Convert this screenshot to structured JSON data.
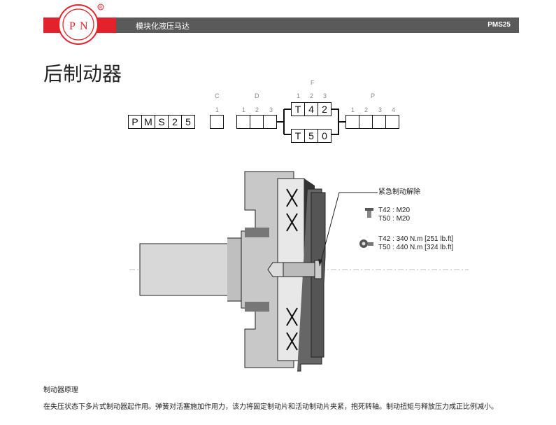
{
  "header": {
    "brand": "PN",
    "title": "模块化液压马达",
    "model": "PMS25",
    "brand_color": "#e3222b",
    "bar_color": "#5b5a5b"
  },
  "page_title": "后制动器",
  "code": {
    "base": [
      "P",
      "M",
      "S",
      "2",
      "5"
    ],
    "groups": {
      "C": "C",
      "D": "D",
      "F": "F",
      "P": "P"
    },
    "digits": [
      "1",
      "2",
      "3",
      "4"
    ],
    "F_options": [
      [
        "T",
        "4",
        "2"
      ],
      [
        "T",
        "5",
        "0"
      ]
    ]
  },
  "diagram": {
    "release_label": "紧急制动解除",
    "screw_lines": [
      "T42 : M20",
      "T50 : M20"
    ],
    "torque_lines": [
      "T42 : 340 N.m [251 lb.ft]",
      "T50 : 440 N.m [324 lb.ft]"
    ]
  },
  "principle": {
    "heading": "制动器原理",
    "body": "在失压状态下多片式制动器起作用。弹簧对活塞施加作用力，该力将固定制动片和活动制动片夹紧，抱死转轴。制动扭矩与释放压力成正比例减小。"
  }
}
